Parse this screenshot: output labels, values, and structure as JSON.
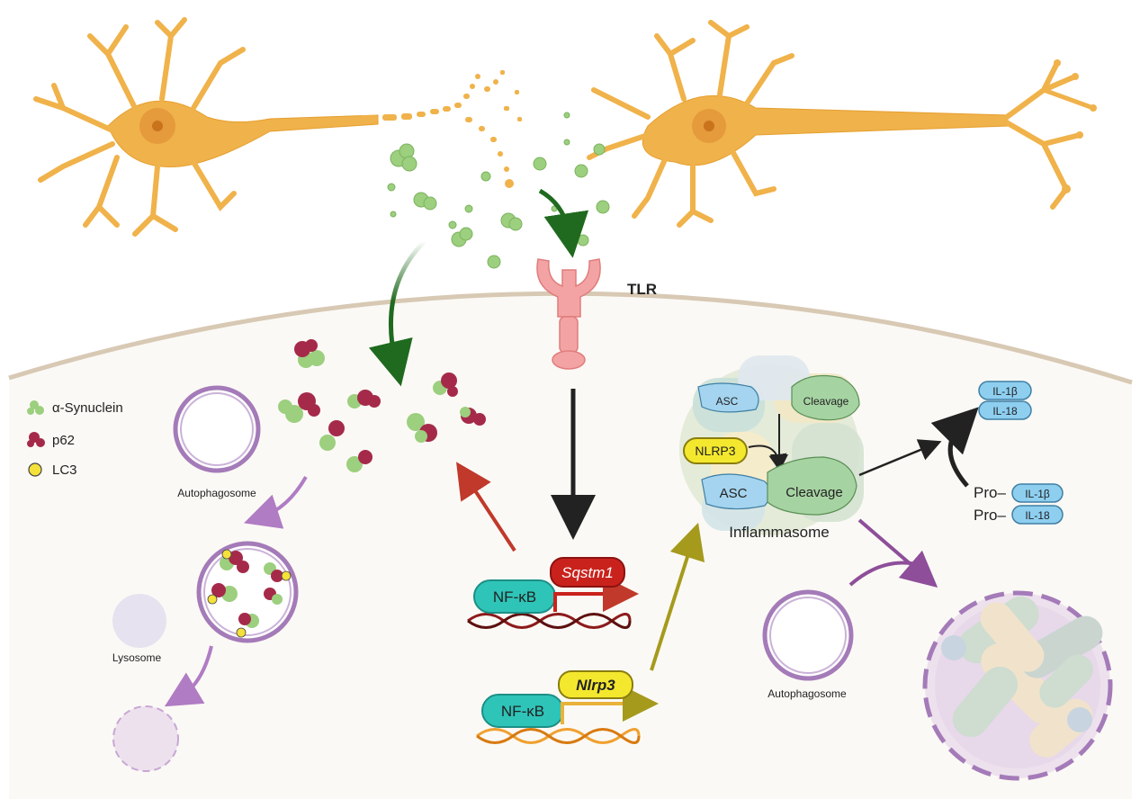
{
  "legend": {
    "synuclein": "α-Synuclein",
    "p62": "p62",
    "lc3": "LC3"
  },
  "receptor": {
    "label": "TLR"
  },
  "genes": {
    "sqstm1": "Sqstm1",
    "nlrp3": "Nlrp3",
    "nfkb_top": "NF-κB",
    "nfkb_bottom": "NF-κB"
  },
  "inflammasome": {
    "label": "Inflammasome",
    "asc_top": "ASC",
    "asc_bottom": "ASC",
    "cleavage_top": "Cleavage",
    "cleavage_bottom": "Cleavage",
    "nlrp3": "NLRP3"
  },
  "cytokines": {
    "il1b": "IL-1β",
    "il18": "IL-18",
    "pro1_prefix": "Pro–",
    "pro1": "IL-1β",
    "pro2_prefix": "Pro–",
    "pro2": "IL-18"
  },
  "organelles": {
    "autophagosome_left": "Autophagosome",
    "lysosome": "Lysosome",
    "autophagosome_right": "Autophagosome"
  },
  "colors": {
    "neuron": "#f0b24a",
    "synuclein": "#9ccf7e",
    "p62": "#a52a4a",
    "lc3": "#f4e13a",
    "tlr": "#f3a3a3",
    "membrane": "#d8c9b4",
    "nfkb": "#2fc4b8",
    "sqstm1": "#c9221d",
    "nlrp3": "#f4e82f",
    "cytokine": "#8ecff0",
    "autophagosome": "#a47bb8"
  }
}
